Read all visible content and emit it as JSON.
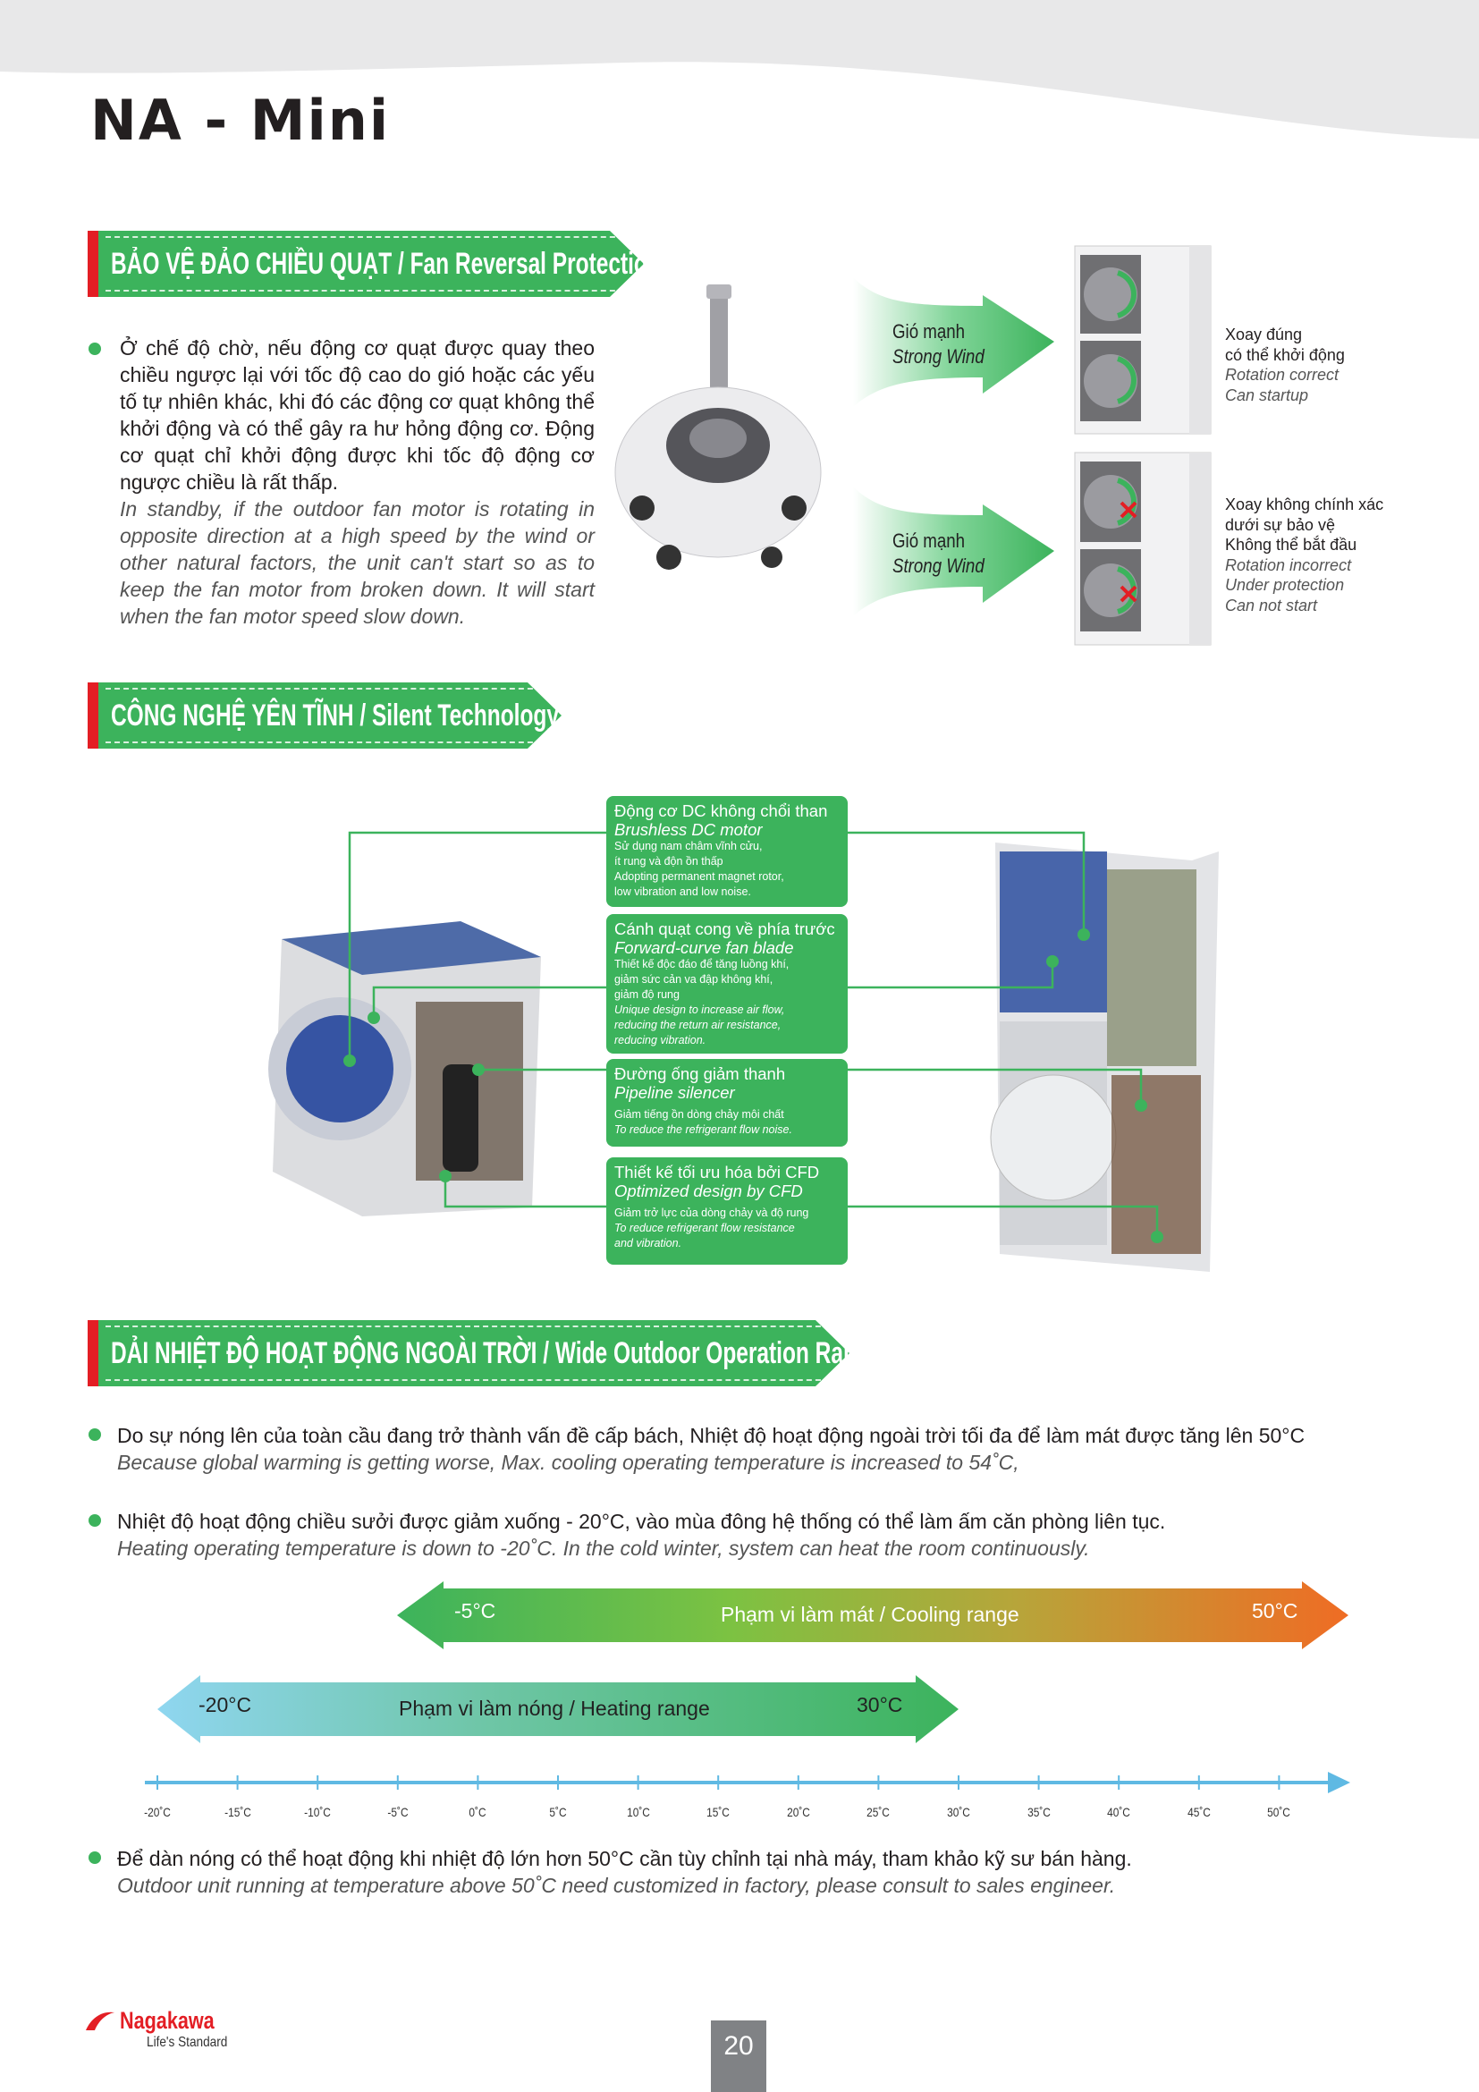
{
  "title": "NA - Mini",
  "section1": {
    "heading": "BẢO VỆ ĐẢO CHIỀU QUẠT / Fan Reversal Protection",
    "vi": "Ở chế độ chờ, nếu động cơ quạt được quay theo chiều ngược lại với tốc độ cao do gió hoặc các yếu tố tự nhiên khác, khi đó các động cơ quạt không thể khởi động và có thể gây ra hư hỏng động cơ. Động cơ quạt chỉ khởi động được khi tốc độ động cơ ngược chiều là rất thấp.",
    "en": "In standby, if the outdoor fan motor is rotating in opposite direction at a high speed by the wind or other natural factors, the unit can't start so as to keep the fan motor from broken down. It will start when the fan motor speed slow down.",
    "wind_vi": "Gió mạnh",
    "wind_en": "Strong Wind",
    "correct": [
      "Xoay đúng",
      "có thể khởi động",
      "Rotation correct",
      "Can startup"
    ],
    "incorrect": [
      "Xoay không chính xác",
      "dưới sự bảo vệ",
      "Không thể bắt đầu",
      "Rotation incorrect",
      "Under protection",
      "Can not start"
    ]
  },
  "section2": {
    "heading": "CÔNG NGHỆ YÊN TĨNH / Silent Technology",
    "features": [
      {
        "vi": "Động cơ DC không chổi than",
        "en": "Brushless DC motor",
        "d1": "Sử dụng nam châm vĩnh cửu,",
        "d2": "ít rung và độn ồn thấp",
        "d3": "Adopting permanent magnet rotor,",
        "d4": "low vibration and low noise."
      },
      {
        "vi": "Cánh quạt cong về phía trước",
        "en": "Forward-curve fan blade",
        "d1": "Thiết kế độc đáo để tăng luồng khí,",
        "d2": "giảm sức cản va đập không khí,",
        "d3": "giảm độ rung",
        "d4": "Unique design to increase air flow,",
        "d5": "reducing the return air resistance,",
        "d6": "reducing vibration."
      },
      {
        "vi": "Đường ống giảm thanh",
        "en": "Pipeline silencer",
        "d1": "Giảm tiếng ồn dòng chảy môi chất",
        "d2": "To reduce the refrigerant flow noise."
      },
      {
        "vi": "Thiết kế tối ưu hóa bởi CFD",
        "en": "Optimized design by CFD",
        "d1": "Giảm trở lực của dòng chảy và độ rung",
        "d2": "To reduce refrigerant flow resistance",
        "d3": "and vibration."
      }
    ]
  },
  "section3": {
    "heading": "DẢI NHIỆT ĐỘ HOẠT ĐỘNG NGOÀI TRỜI / Wide Outdoor Operation Range",
    "b1_vi": "Do sự nóng lên của toàn cầu đang trở thành vấn đề cấp bách, Nhiệt độ hoạt động ngoài trời tối đa để làm mát được tăng lên 50°C",
    "b1_en": "Because global warming is getting worse, Max. cooling operating temperature is increased to 54˚C,",
    "b2_vi": "Nhiệt độ hoạt động chiều sưởi được giảm xuống - 20°C, vào mùa đông hệ thống có thể làm ấm căn phòng liên tục.",
    "b2_en": "Heating operating temperature is down to -20˚C. In the cold winter, system can heat the room continuously.",
    "cooling": {
      "label": "Phạm vi làm mát / Cooling range",
      "min": "-5°C",
      "max": "50°C"
    },
    "heating": {
      "label": "Phạm vi làm nóng / Heating range",
      "min": "-20°C",
      "max": "30°C"
    },
    "ticks": [
      "-20˚C",
      "-15˚C",
      "-10˚C",
      "-5˚C",
      "0˚C",
      "5˚C",
      "10˚C",
      "15˚C",
      "20˚C",
      "25˚C",
      "30˚C",
      "35˚C",
      "40˚C",
      "45˚C",
      "50˚C"
    ],
    "b3_vi": "Để dàn nóng có thể hoạt động khi nhiệt độ lớn hơn 50°C cần tùy chỉnh tại nhà máy, tham khảo kỹ sư bán hàng.",
    "b3_en": "Outdoor unit running at temperature above 50˚C need customized in factory, please consult to sales engineer."
  },
  "footer": {
    "brand": "Nagakawa",
    "slogan": "Life's Standard",
    "page": "20"
  }
}
